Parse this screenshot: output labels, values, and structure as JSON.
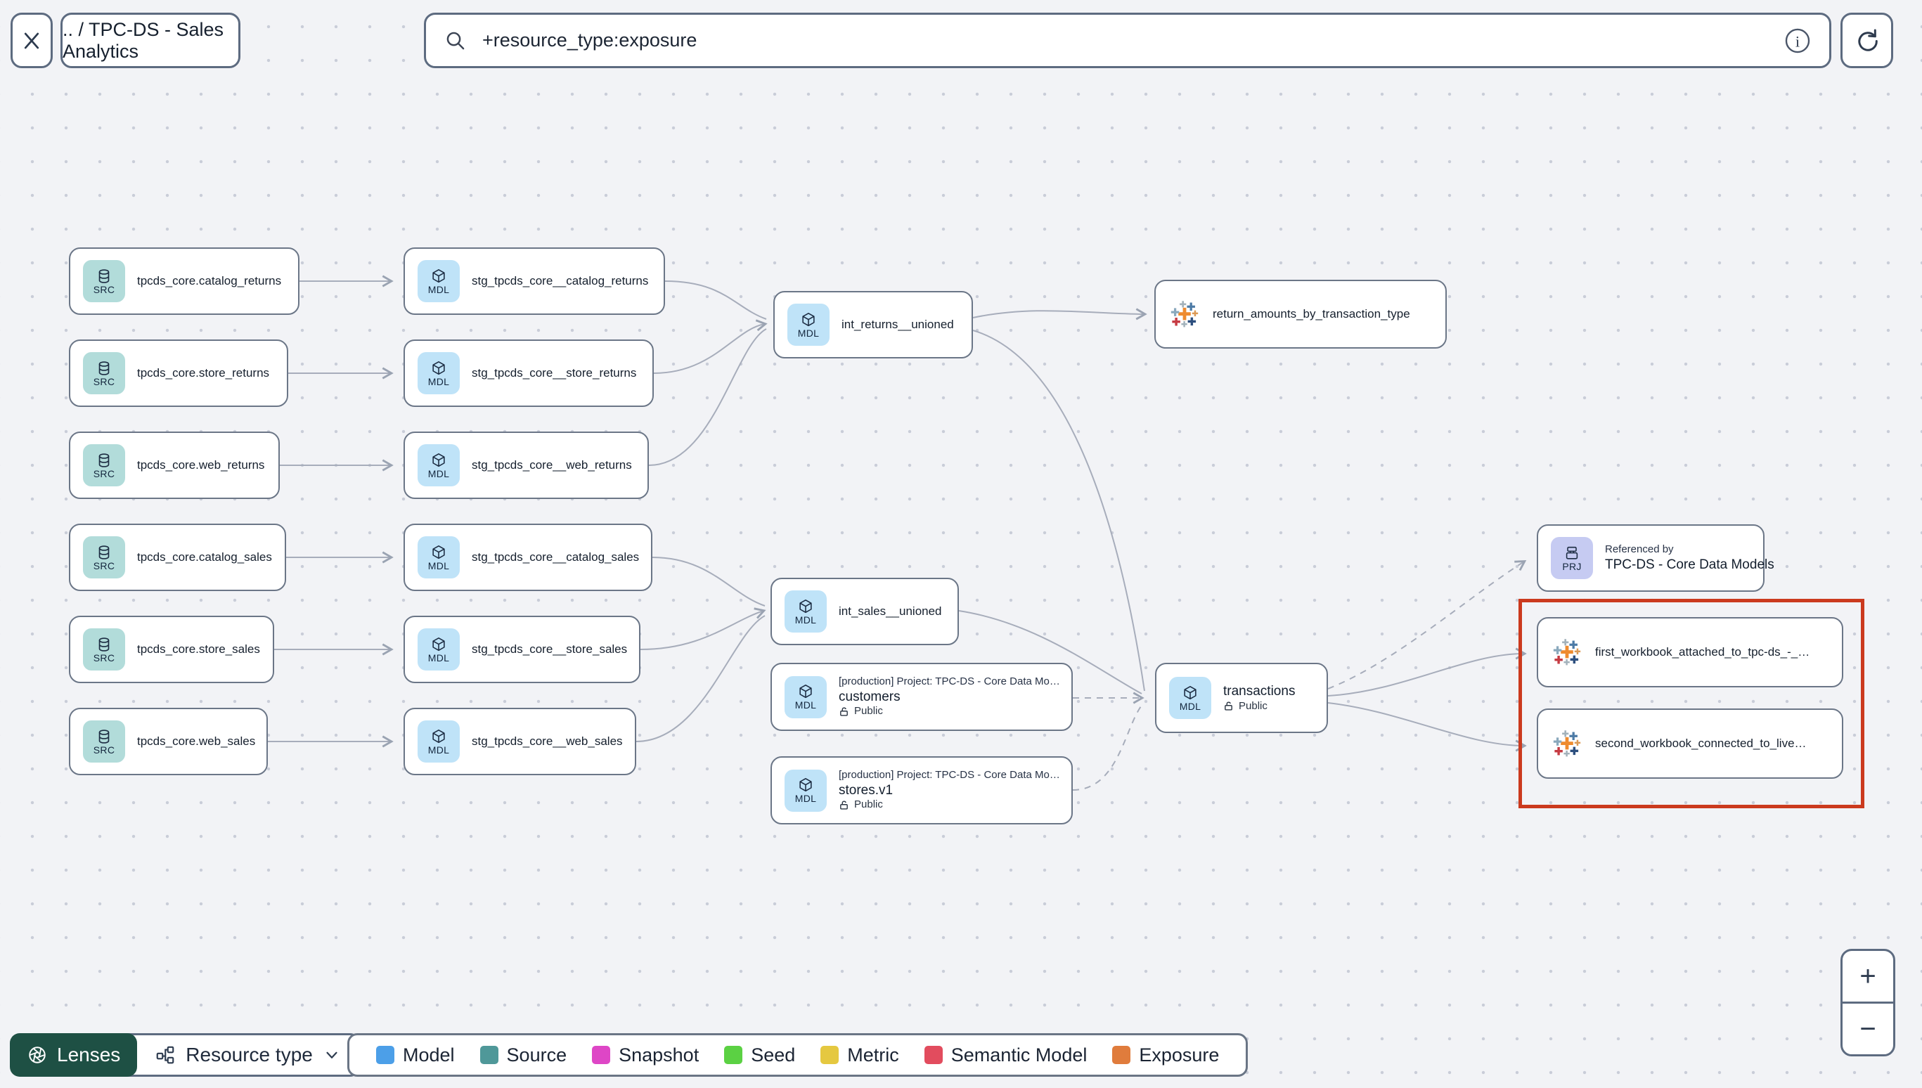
{
  "header": {
    "breadcrumb": ".. / TPC-DS - Sales Analytics",
    "search_value": "+resource_type:exposure"
  },
  "labels": {
    "source": "SRC",
    "model": "MDL",
    "project": "PRJ"
  },
  "graph": {
    "sources": [
      "tpcds_core.catalog_returns",
      "tpcds_core.store_returns",
      "tpcds_core.web_returns",
      "tpcds_core.catalog_sales",
      "tpcds_core.store_sales",
      "tpcds_core.web_sales"
    ],
    "staging": [
      "stg_tpcds_core__catalog_returns",
      "stg_tpcds_core__store_returns",
      "stg_tpcds_core__web_returns",
      "stg_tpcds_core__catalog_sales",
      "stg_tpcds_core__store_sales",
      "stg_tpcds_core__web_sales"
    ],
    "intermediate": [
      "int_returns__unioned",
      "int_sales__unioned"
    ],
    "public_models": [
      {
        "project": "[production] Project: TPC-DS - Core Data Mo…",
        "name": "customers",
        "access": "Public"
      },
      {
        "project": "[production] Project: TPC-DS - Core Data Mo…",
        "name": "stores.v1",
        "access": "Public"
      }
    ],
    "transactions": {
      "name": "transactions",
      "access": "Public"
    },
    "exposures": [
      "return_amounts_by_transaction_type",
      "first_workbook_attached_to_tpc-ds_-_…",
      "second_workbook_connected_to_live…"
    ],
    "referenced_by": {
      "label": "Referenced by",
      "name": "TPC-DS - Core Data Models"
    }
  },
  "footer": {
    "lenses": "Lenses",
    "resource_type": "Resource type",
    "legend": [
      {
        "label": "Model",
        "color": "#4c9fe8"
      },
      {
        "label": "Source",
        "color": "#4f9899"
      },
      {
        "label": "Snapshot",
        "color": "#de46c6"
      },
      {
        "label": "Seed",
        "color": "#5bd143"
      },
      {
        "label": "Metric",
        "color": "#e5c840"
      },
      {
        "label": "Semantic Model",
        "color": "#e24c5e"
      },
      {
        "label": "Exposure",
        "color": "#e07c3c"
      }
    ]
  },
  "zoom": {
    "in": "+",
    "out": "−"
  },
  "highlight_color": "#cb3a1e"
}
